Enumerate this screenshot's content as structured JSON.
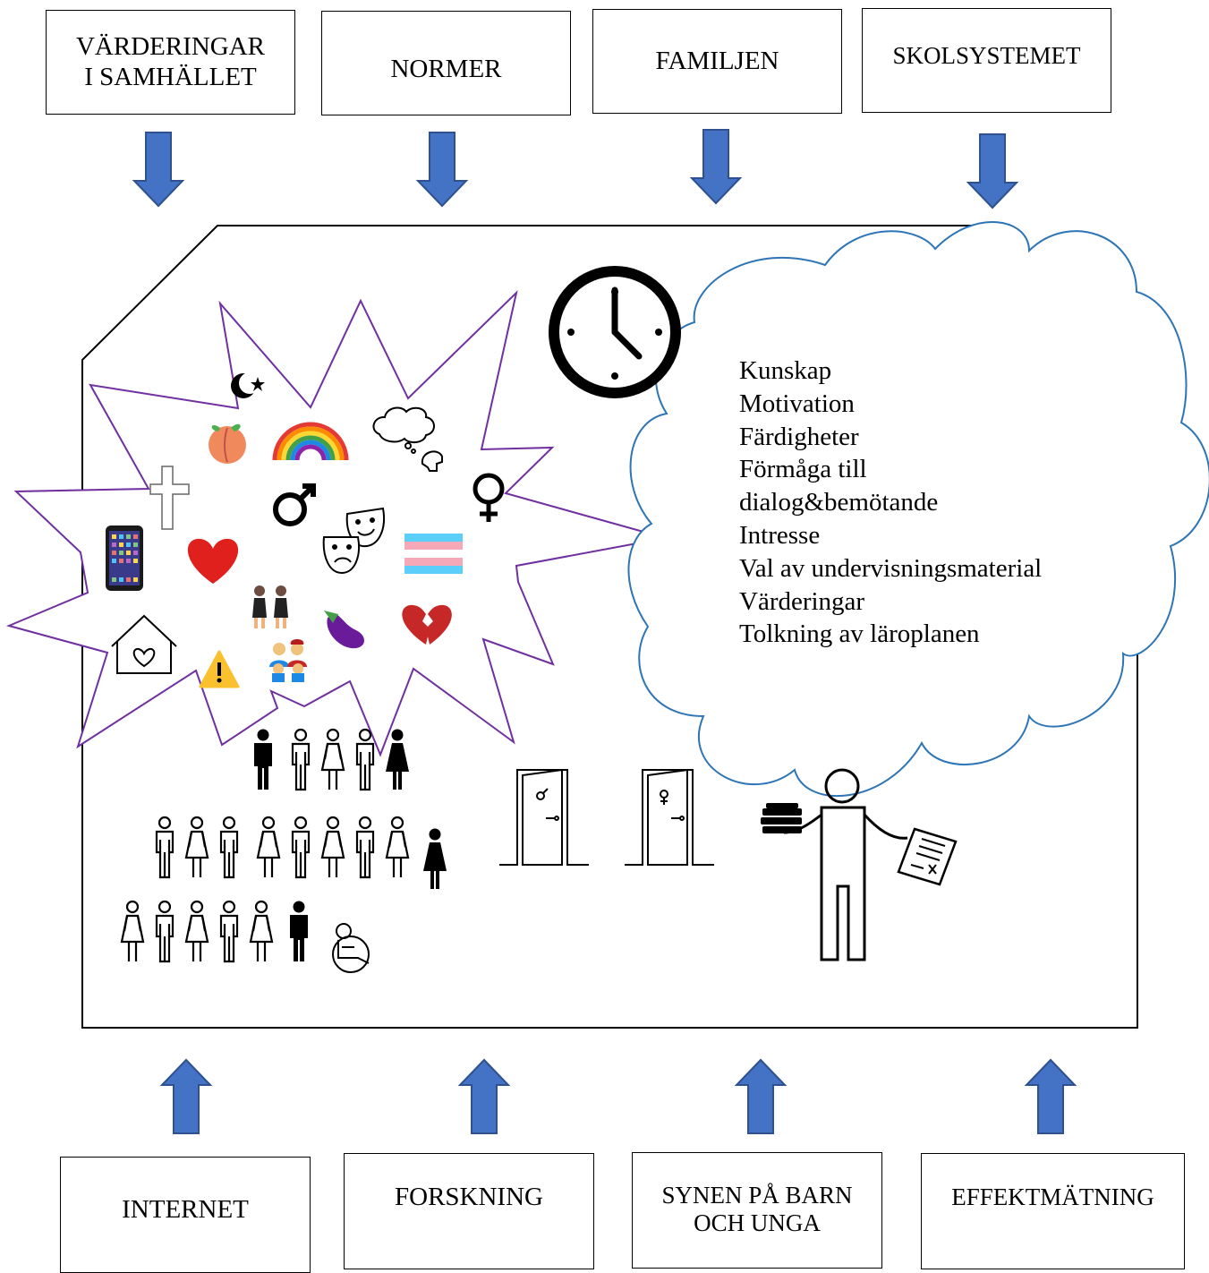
{
  "top_boxes": [
    {
      "line1": "VÄRDERINGAR",
      "line2": "I SAMHÄLLET"
    },
    {
      "line1": "NORMER",
      "line2": ""
    },
    {
      "line1": "FAMILJEN",
      "line2": ""
    },
    {
      "line1": "SKOLSYSTEMET",
      "line2": ""
    }
  ],
  "bottom_boxes": [
    {
      "line1": "INTERNET",
      "line2": ""
    },
    {
      "line1": "FORSKNING",
      "line2": ""
    },
    {
      "line1": "SYNEN PÅ BARN",
      "line2": "OCH UNGA"
    },
    {
      "line1": "EFFEKTMÄTNING",
      "line2": ""
    }
  ],
  "cloud_items": [
    "Kunskap",
    "Motivation",
    "Färdigheter",
    "Förmåga till",
    "dialog&bemötande",
    "Intresse",
    "Val av undervisningsmaterial",
    "Värderingar",
    "Tolkning av läroplanen"
  ],
  "colors": {
    "arrow": "#4472C4",
    "arrow_stroke": "#2F528F",
    "starburst": "#7030A0",
    "cloud": "#2E75B6"
  },
  "icons": {
    "clock": "clock-icon",
    "door_male": "door-male-icon",
    "door_female": "door-female-icon",
    "teacher": "teacher-icon",
    "wheelchair": "wheelchair-icon"
  }
}
